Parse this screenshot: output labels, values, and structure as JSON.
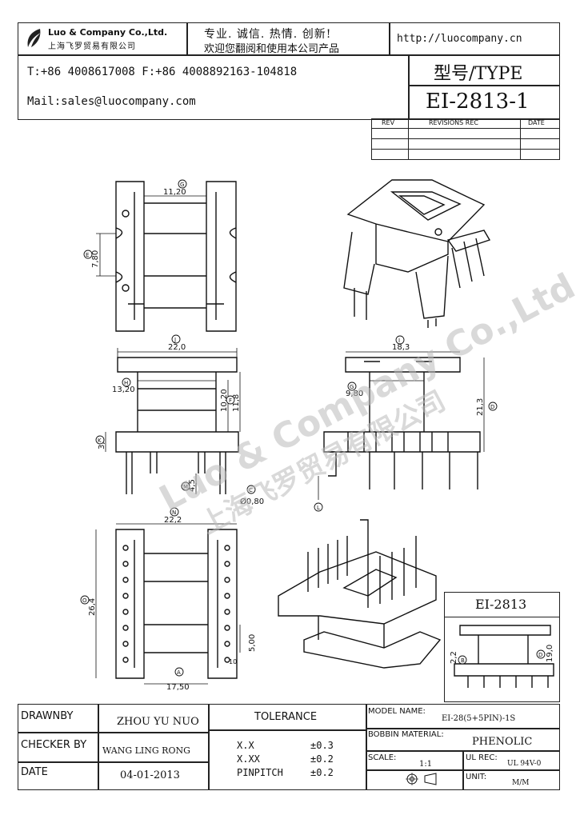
{
  "header": {
    "company_name_en": "Luo & Company Co.,Ltd.",
    "company_name_cn": "上海飞罗贸易有限公司",
    "slogan_line1": "专业. 诚信. 热情. 创新!",
    "slogan_line2": "欢迎您翻阅和使用本公司产品",
    "website": "http://luocompany.cn",
    "phone_fax": "T:+86 4008617008 F:+86 4008892163-104818",
    "email": "Mail:sales@luocompany.com",
    "type_label": "型号/TYPE",
    "type_value": "EI-2813-1"
  },
  "revisions": {
    "col_rev": "REV",
    "col_revisions": "REVISIONS REC",
    "col_date": "DATE"
  },
  "drawing": {
    "dims": {
      "top_width": "11,20",
      "top_height": "7,80",
      "front_width": "22,0",
      "front_inner": "13,20",
      "front_h1": "10,20",
      "front_h2": "11,8",
      "front_base": "3,9",
      "pin_len": "4,5",
      "pin_dia": "Ø0,80",
      "side_width": "18,3",
      "side_inner": "9,80",
      "side_height": "21,3",
      "bottom_width": "22,2",
      "bottom_height": "26,4",
      "bottom_pitch": "5,00",
      "bottom_base": "17,50",
      "bottom_pins": "10",
      "detail_h1": "2,2",
      "detail_h2": "19,0"
    },
    "markers": {
      "g": "G",
      "e": "E",
      "j": "J",
      "h": "H",
      "f": "F",
      "k": "K",
      "m": "M",
      "c": "C",
      "i": "I",
      "d": "D",
      "l": "L",
      "b": "B",
      "a": "A",
      "n": "N",
      "o": "O"
    },
    "detail_title": "EI-2813"
  },
  "watermark": {
    "line1": "Luo & Company Co.,Ltd.",
    "line2": "上海飞罗贸易有限公司"
  },
  "footer": {
    "drawnby_label": "DRAWNBY",
    "drawnby_value": "ZHOU YU NUO",
    "checker_label": "CHECKER BY",
    "checker_value": "WANG LING RONG",
    "date_label": "DATE",
    "date_value": "04-01-2013",
    "tolerance_label": "TOLERANCE",
    "tol_rows": [
      {
        "key": "X.X",
        "val": "±0.3"
      },
      {
        "key": "X.XX",
        "val": "±0.2"
      },
      {
        "key": "PINPITCH",
        "val": "±0.2"
      }
    ],
    "model_label": "MODEL NAME:",
    "model_value": "EI-28(5+5PIN)-1S",
    "bobbin_label": "BOBBIN MATERIAL:",
    "bobbin_value": "PHENOLIC",
    "scale_label": "SCALE:",
    "scale_value": "1:1",
    "ulrec_label": "UL REC:",
    "ulrec_value": "UL 94V-0",
    "unit_label": "UNIT:",
    "unit_value": "M/M"
  }
}
